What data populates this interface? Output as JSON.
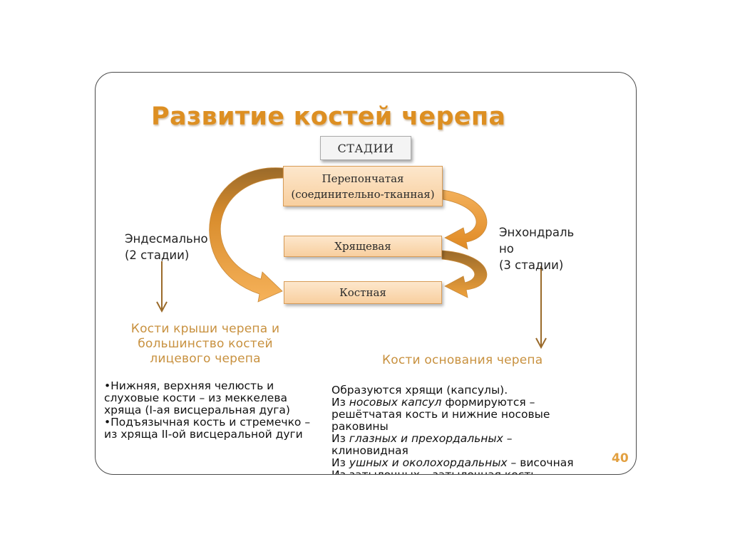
{
  "title": "Развитие костей черепа",
  "stages_label": "СТАДИИ",
  "stages": [
    {
      "line1": "Перепончатая",
      "line2": "(соединительно-тканная)"
    },
    {
      "line1": "Хрящевая"
    },
    {
      "line1": "Костная"
    }
  ],
  "left_label": {
    "line1": "Эндесмально",
    "line2": "(2 стадии)"
  },
  "right_label": {
    "line1": "Энхондраль",
    "line2": "но",
    "line3": "(3 стадии)"
  },
  "left_heading": {
    "line1": "Кости крыши  черепа и",
    "line2": "большинство костей",
    "line3": "лицевого черепа"
  },
  "right_heading": "Кости основания черепа",
  "left_items": [
    "•Нижняя, верхняя челюсть и слуховые кости – из меккелева хряща (I-ая висцеральная дуга)",
    "•Подъязычная кость и стремечко – из хряща II-ой висцеральной дуги"
  ],
  "right_text": {
    "l1": "Образуются хрящи (капсулы).",
    "l2_pre": "Из ",
    "l2_em": "носовых капсул",
    "l2_post": " формируются –",
    "l3": "решётчатая кость и нижние носовые",
    "l4": "раковины",
    "l5_pre": "Из ",
    "l5_em": "глазных и прехордальных",
    "l5_post": " –",
    "l6": "клиновидная",
    "l7_pre": "Из ",
    "l7_em": "ушных и околохордальных",
    "l7_post": " – височная",
    "l8": "Из затылочных – затылочная кость"
  },
  "page_number": "40",
  "colors": {
    "title": "#dd8f22",
    "heading": "#c8913f",
    "arrow": "#f0a23c",
    "arrow_dark": "#9a6a2a"
  }
}
